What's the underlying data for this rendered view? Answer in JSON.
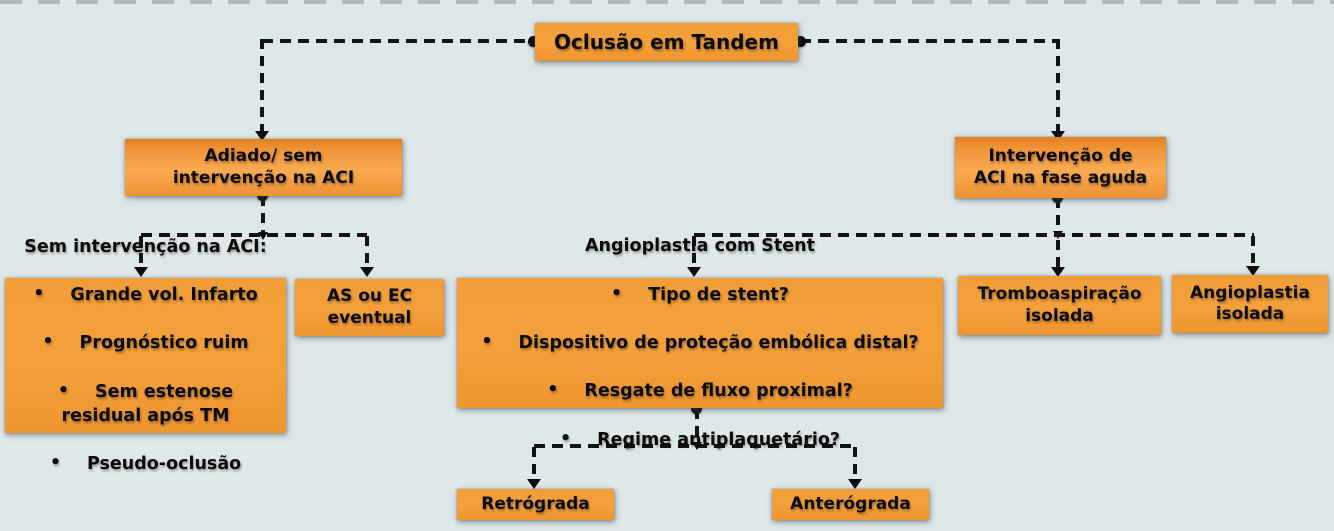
{
  "diagram": {
    "bullet": "•",
    "colors": {
      "background": "#dfe8e9",
      "box_orange": "#f19a33",
      "box_gradient_top": "#dd811f",
      "box_gradient_mid": "#f9aa50",
      "line_color": "#141414",
      "text_color": "#0b0b0b"
    },
    "nodes": {
      "root": {
        "label": "Oclusão em Tandem"
      },
      "adiado": {
        "label": "Adiado/ sem\nintervenção na ACI"
      },
      "intervencao": {
        "label": "Intervenção de\nACI na fase aguda"
      },
      "sem_intervencao": {
        "title": "Sem intervenção na ACI:",
        "bullets": [
          "Grande vol. Infarto",
          "Prognóstico ruim",
          "Sem estenose\nresidual após TM",
          "Pseudo-oclusão"
        ]
      },
      "as_ec": {
        "label": "AS ou EC\neventual"
      },
      "stent": {
        "title": "Angioplastia com Stent",
        "bullets": [
          "Tipo de stent?",
          "Dispositivo de proteção embólica distal?",
          "Resgate de fluxo proximal?",
          "Regime antiplaquetário?"
        ]
      },
      "tromboaspiracao": {
        "label": "Tromboaspiração\nisolada"
      },
      "angioplastia_isolada": {
        "label": "Angioplastia\nisolada"
      },
      "retrograda": {
        "label": "Retrógrada"
      },
      "anterograda": {
        "label": "Anterógrada"
      }
    }
  }
}
